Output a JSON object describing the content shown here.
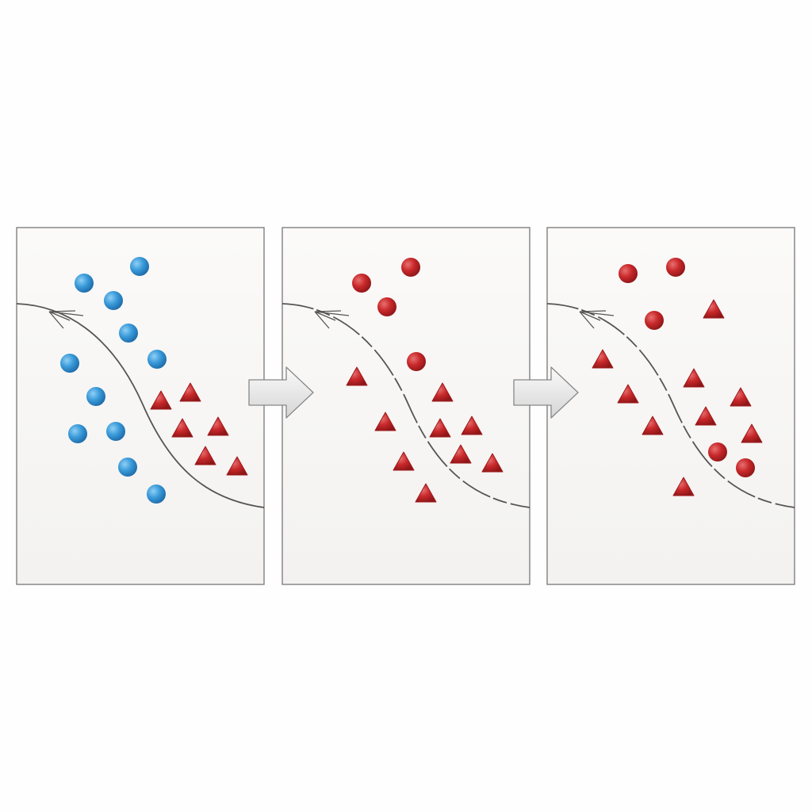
{
  "diagram": {
    "panels": [
      {
        "id": "before",
        "marker_types": [
          "circle",
          "triangle"
        ],
        "circle_color": "#3a9ad9",
        "triangle_color": "#c8282a"
      },
      {
        "id": "middle",
        "marker_types": [
          "circle",
          "triangle"
        ],
        "circle_color": "#c8282a",
        "triangle_color": "#c8282a"
      },
      {
        "id": "after",
        "marker_types": [
          "circle",
          "triangle"
        ],
        "circle_color": "#c8282a",
        "triangle_color": "#c8282a"
      }
    ],
    "colors": {
      "blue": "#3a9ad9",
      "red": "#c8282a",
      "panel_bg": "#f8f7f5",
      "panel_border": "#777777",
      "curve": "#555555",
      "arrow_fill": "#e6e6e6"
    }
  }
}
